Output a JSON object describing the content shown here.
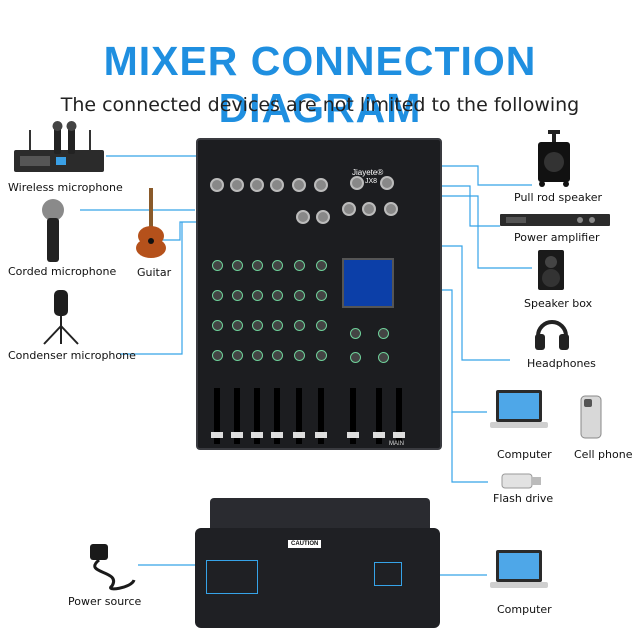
{
  "title": "MIXER CONNECTION DIAGRAM",
  "subtitle": "The connected devices are not limited to the following",
  "labels": {
    "wireless_mic": "Wireless microphone",
    "corded_mic": "Corded microphone",
    "guitar": "Guitar",
    "condenser_mic": "Condenser microphone",
    "pull_rod_speaker": "Pull rod speaker",
    "power_amplifier": "Power amplifier",
    "speaker_box": "Speaker box",
    "headphones": "Headphones",
    "computer": "Computer",
    "cell_phone": "Cell phone",
    "flash_drive": "Flash drive",
    "power_source": "Power source",
    "computer_back": "Computer"
  },
  "mixer": {
    "brand": "Jiayete®",
    "model": "JX8",
    "main_label": "MAIN",
    "caution": "CAUTION"
  },
  "colors": {
    "title": "#1f8fe0",
    "connector_line": "#36a3e8",
    "mixer_body": "#1c1d20"
  }
}
